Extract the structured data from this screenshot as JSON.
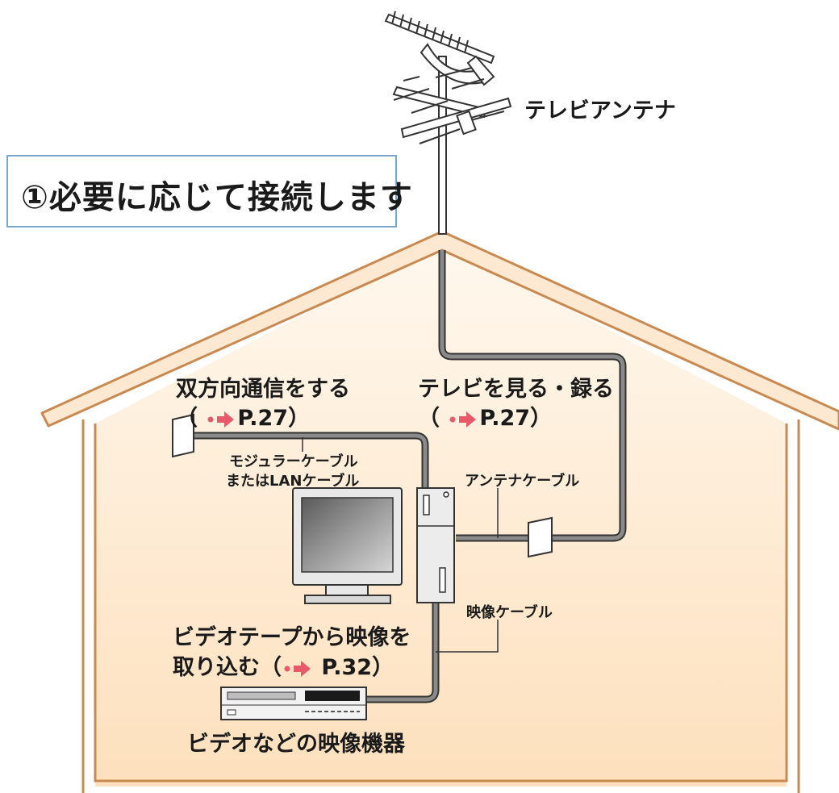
{
  "title": "①必要に応じて接続します",
  "labels": {
    "antenna": "テレビアンテナ",
    "bidirectional": "双方向通信をする",
    "bidirectional_ref": "P.27",
    "watch_record": "テレビを見る・録る",
    "watch_record_ref": "P.27",
    "modular_cable_line1": "モジュラーケーブル",
    "modular_cable_line2": "またはLANケーブル",
    "antenna_cable": "アンテナケーブル",
    "video_cable": "映像ケーブル",
    "capture_line1": "ビデオテープから映像を",
    "capture_line2_prefix": "取り込む（",
    "capture_ref": "P.32",
    "capture_line2_suffix": "）",
    "paren_open": "（",
    "paren_close": "）",
    "video_device": "ビデオなどの映像機器"
  },
  "colors": {
    "house_outline": "#c98a52",
    "house_fill_top": "#fff7ec",
    "house_fill_bottom": "#fde3c4",
    "cable": "#8a8a8a",
    "title_border": "#7aa6cc",
    "ref_arrow": "#e85a6a"
  },
  "icons": [
    "tv-antenna-icon",
    "wall-outlet-icon",
    "monitor-icon",
    "pc-tower-icon",
    "vcr-icon",
    "reference-arrow-icon"
  ]
}
